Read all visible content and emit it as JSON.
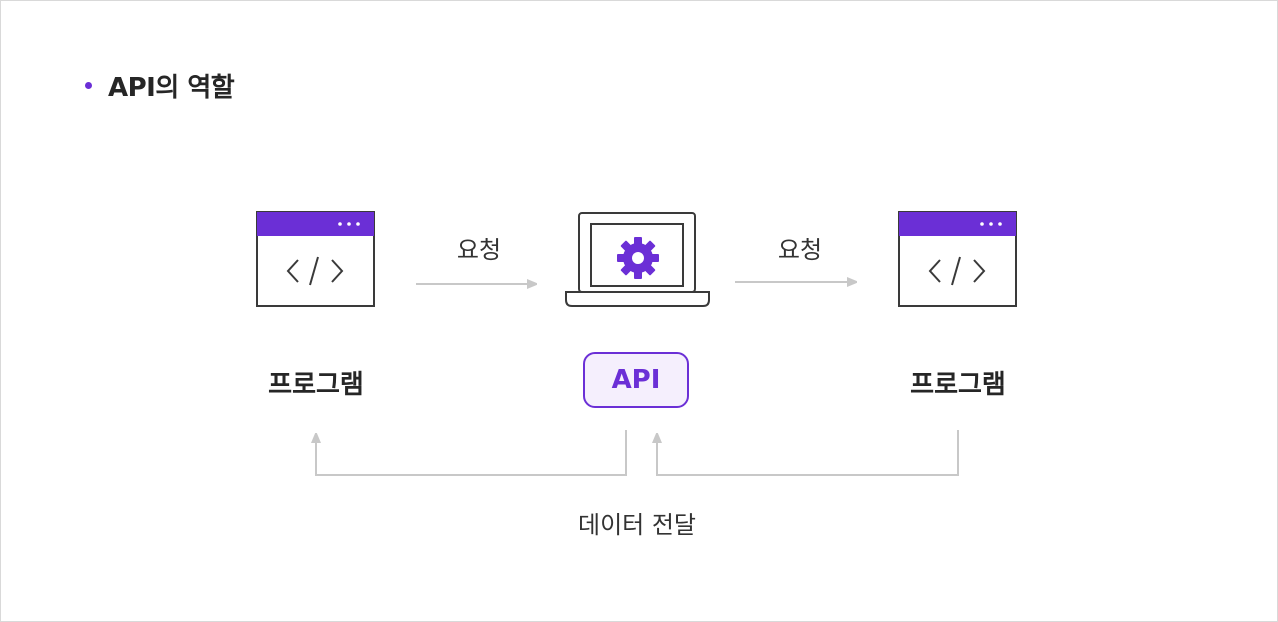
{
  "title": "API의 역할",
  "nodes": {
    "left_program": "프로그램",
    "api": "API",
    "right_program": "프로그램"
  },
  "edges": {
    "request_left": "요청",
    "request_right": "요청",
    "data_transfer": "데이터 전달"
  },
  "colors": {
    "accent": "#6b2fd6",
    "arrow": "#c8c8c8",
    "text": "#262626"
  }
}
